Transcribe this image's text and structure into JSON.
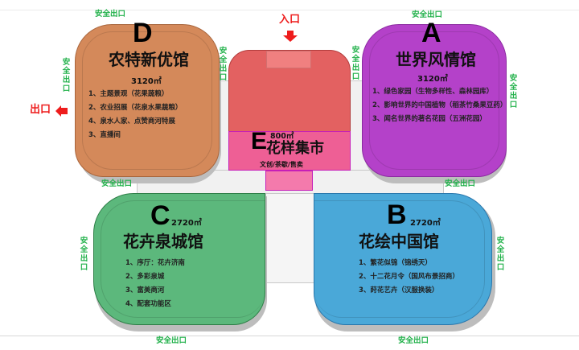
{
  "map": {
    "entrance_label": "入口",
    "exit_label": "出口",
    "safety_exit_label": "安全出口",
    "colors": {
      "hall_a": "#b441c9",
      "hall_b": "#4aa8d8",
      "hall_c": "#5cb87c",
      "hall_d": "#d4895a",
      "hall_e_top": "#e36161",
      "hall_e_bottom": "#ee5f95",
      "safety_exit": "#21b14a",
      "entrance_exit": "#ee1c1c"
    }
  },
  "halls": {
    "a": {
      "letter": "A",
      "name": "世界风情馆",
      "area": "3120㎡",
      "items": [
        "1、绿色家园（生物多样性、森林园库）",
        "2、影响世界的中国植物（稻茶竹桑果豆药）",
        "3、闻名世界的著名花园（五洲花园）"
      ]
    },
    "b": {
      "letter": "B",
      "name": "花绘中国馆",
      "area": "2720㎡",
      "items": [
        "1、繁花似锦（锦绣天）",
        "2、十二花月令（国风布景招商）",
        "3、莳花艺卉（汉服换装）"
      ]
    },
    "c": {
      "letter": "C",
      "name": "花卉泉城馆",
      "area": "2720㎡",
      "items": [
        "1、序厅：花卉济南",
        "2、多彩泉城",
        "3、富美商河",
        "4、配套功能区"
      ]
    },
    "d": {
      "letter": "D",
      "name": "农特新优馆",
      "area": "3120㎡",
      "items": [
        "1、主题景观（花果蔬粮）",
        "2、农业招展（花泉水果蔬粮）",
        "4、泉水人家、点赞商河特展",
        "3、直播间"
      ]
    },
    "e": {
      "letter": "E",
      "name": "花样集市",
      "area": "800㎡",
      "subtitle": "文创/茶歇/售卖"
    }
  }
}
